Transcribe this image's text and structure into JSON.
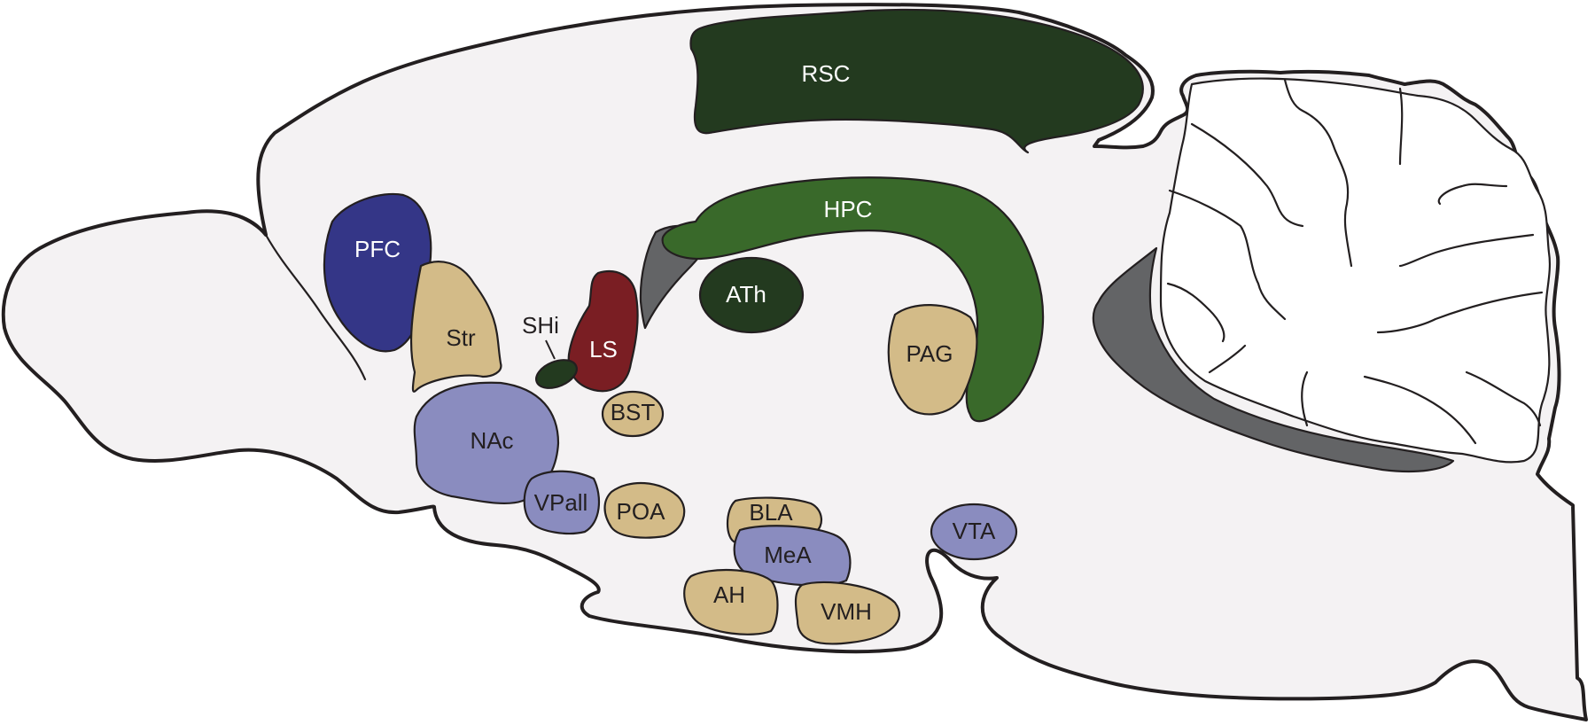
{
  "colors": {
    "brain_fill": "#f4f2f3",
    "outline": "#231f20",
    "ventricle_gray": "#636466",
    "tan": "#d3bb88",
    "lavender": "#8a8cbf",
    "navy": "#343687",
    "dark_green": "#233a1f",
    "mid_green": "#39692a",
    "maroon": "#7a1e23"
  },
  "regions": {
    "rsc": "RSC",
    "hpc": "HPC",
    "ath": "ATh",
    "pfc": "PFC",
    "str": "Str",
    "shi": "SHi",
    "ls": "LS",
    "bst": "BST",
    "nac": "NAc",
    "vpall": "VPall",
    "poa": "POA",
    "bla": "BLA",
    "mea": "MeA",
    "ah": "AH",
    "vmh": "VMH",
    "vta": "VTA",
    "pag": "PAG"
  }
}
